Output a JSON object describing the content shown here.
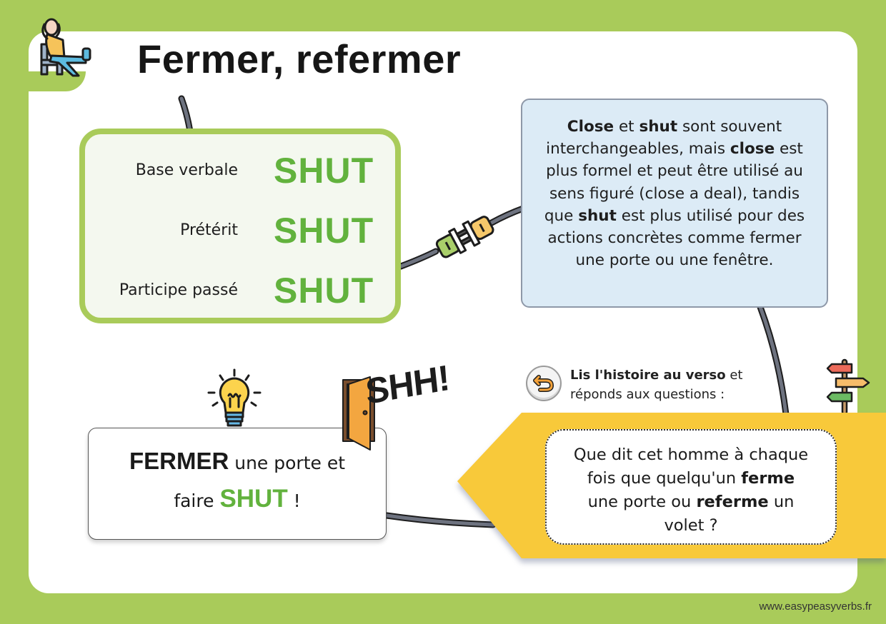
{
  "header": {
    "title": "Fermer, refermer",
    "icon": "relaxing-man-icon"
  },
  "verb_forms": {
    "rows": [
      {
        "label": "Base verbale",
        "value": "SHUT"
      },
      {
        "label": "Prétérit",
        "value": "SHUT"
      },
      {
        "label": "Participe passé",
        "value": "SHUT"
      }
    ]
  },
  "info_note": {
    "segments": [
      {
        "text": "Close",
        "bold": true
      },
      {
        "text": " et ",
        "bold": false
      },
      {
        "text": "shut",
        "bold": true
      },
      {
        "text": " sont souvent interchangeables, mais ",
        "bold": false
      },
      {
        "text": "close",
        "bold": true
      },
      {
        "text": " est plus formel et peut être utilisé au sens figuré (close a deal), tandis que ",
        "bold": false
      },
      {
        "text": "shut",
        "bold": true
      },
      {
        "text": " est plus utilisé pour des actions concrètes comme fermer une porte ou une fenêtre.",
        "bold": false
      }
    ],
    "lines": [
      "Close et shut sont souvent",
      "interchangeables, mais close",
      "est plus formel et peut être",
      "utilisé au sens figuré (close a",
      "deal), tandis que shut est plus",
      "utilisé pour des actions",
      "concrètes comme fermer une",
      "porte ou une fenêtre."
    ]
  },
  "mnemonic": {
    "strong": "FERMER",
    "line1_rest": " une porte et",
    "line2_pre": "faire ",
    "shut": "SHUT",
    "line2_post": " !",
    "sound_effect": "SHH!"
  },
  "story_prompt": {
    "bold": "Lis l'histoire au verso",
    "rest1": " et",
    "line2": "réponds aux questions :",
    "button_icon": "back-arrow-icon"
  },
  "question": {
    "l1": "Que dit cet homme à chaque",
    "l2_pre": "fois que quelqu'un ",
    "l2_bold": "ferme",
    "l3_pre": "une porte ou ",
    "l3_bold": "referme",
    "l3_post": " un",
    "l4": "volet ?"
  },
  "footer": {
    "url": "www.easypeasyverbs.fr"
  },
  "colors": {
    "background_green": "#a9cb5a",
    "shut_green": "#62b23d",
    "info_blue": "#dcebf6",
    "banner_yellow": "#f8c93a"
  }
}
